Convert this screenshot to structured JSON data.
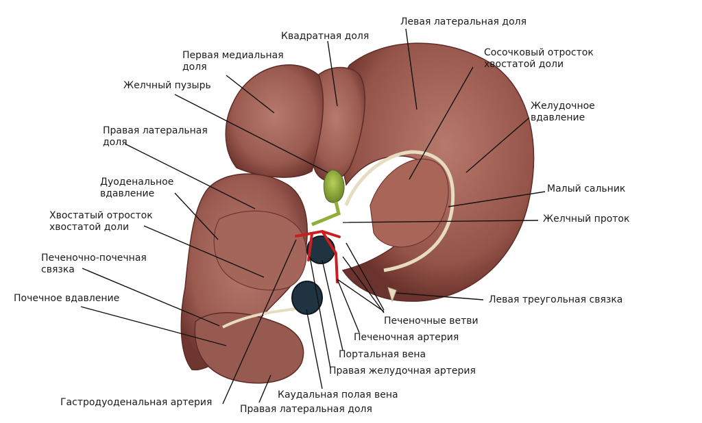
{
  "colors": {
    "liver": "#9a5a50",
    "liver_light": "#b77a6e",
    "liver_dark": "#6e3630",
    "gallbladder": "#8fae3a",
    "artery": "#c8201e",
    "vein": "#1f3340",
    "ligament": "#e7dcc0",
    "leader": "#111111"
  },
  "labels": {
    "quadrate_lobe": "Квадратная доля",
    "left_lateral_lobe": "Левая латеральная доля",
    "right_medial_lobe": "Первая медиальная\nдоля",
    "papillary_process": "Сосочковый отросток\nхвостатой доли",
    "gallbladder": "Желчный пузырь",
    "gastric_impression": "Желудочное\nвдавление",
    "right_lateral_lobe": "Правая латеральная\nдоля",
    "duodenal_impression": "Дуоденальное\nвдавление",
    "lesser_omentum": "Малый сальник",
    "caudate_process": "Хвостатый отросток\nхвостатой доли",
    "bile_duct": "Желчный проток",
    "hepatorenal_ligament": "Печеночно-почечная\nсвязка",
    "left_triangular_ligament": "Левая треугольная связка",
    "renal_impression": "Почечное вдавление",
    "hepatic_branches": "Печеночные ветви",
    "hepatic_artery": "Печеночная артерия",
    "portal_vein": "Портальная вена",
    "right_gastric_artery": "Правая желудочная артерия",
    "caudal_vena_cava": "Каудальная полая вена",
    "gastroduodenal_artery": "Гастродуоденальная артерия",
    "right_lateral_lobe_bottom": "Правая латеральная доля"
  }
}
